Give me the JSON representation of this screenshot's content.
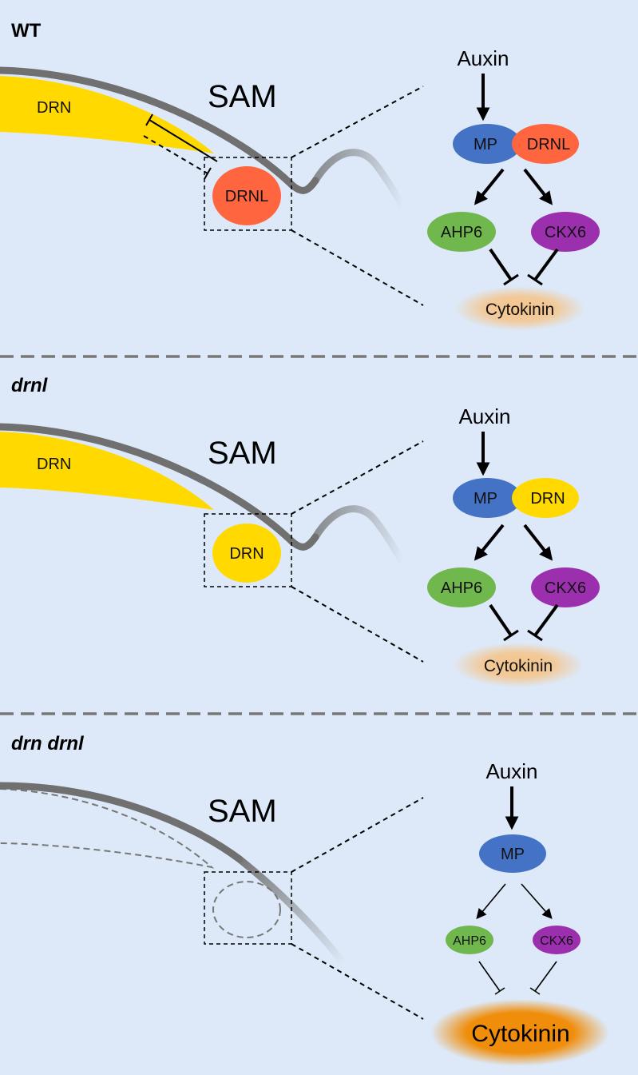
{
  "colors": {
    "background": "#dde9f8",
    "drn": "#ffd900",
    "drnl": "#ff6640",
    "mp": "#4472c4",
    "ahp6": "#70b84e",
    "ckx6": "#9b2fae",
    "cytokinin_glow": "#f5c48a",
    "cytokinin_strong": "#ee8a0c",
    "stem": "#707070",
    "separator": "#777777"
  },
  "panels": [
    {
      "id": "wt",
      "label": "WT",
      "sam_label": "SAM",
      "organ_label": "DRN",
      "boxed_label": "DRNL",
      "auxin": "Auxin",
      "mp": "MP",
      "partner": "DRNL",
      "ahp6": "AHP6",
      "ckx6": "CKX6",
      "cytokinin": "Cytokinin"
    },
    {
      "id": "drnl",
      "label": "drnl",
      "sam_label": "SAM",
      "organ_label": "DRN",
      "boxed_label": "DRN",
      "auxin": "Auxin",
      "mp": "MP",
      "partner": "DRN",
      "ahp6": "AHP6",
      "ckx6": "CKX6",
      "cytokinin": "Cytokinin"
    },
    {
      "id": "drn-drnl",
      "label": "drn drnl",
      "sam_label": "SAM",
      "auxin": "Auxin",
      "mp": "MP",
      "ahp6": "AHP6",
      "ckx6": "CKX6",
      "cytokinin": "Cytokinin"
    }
  ]
}
